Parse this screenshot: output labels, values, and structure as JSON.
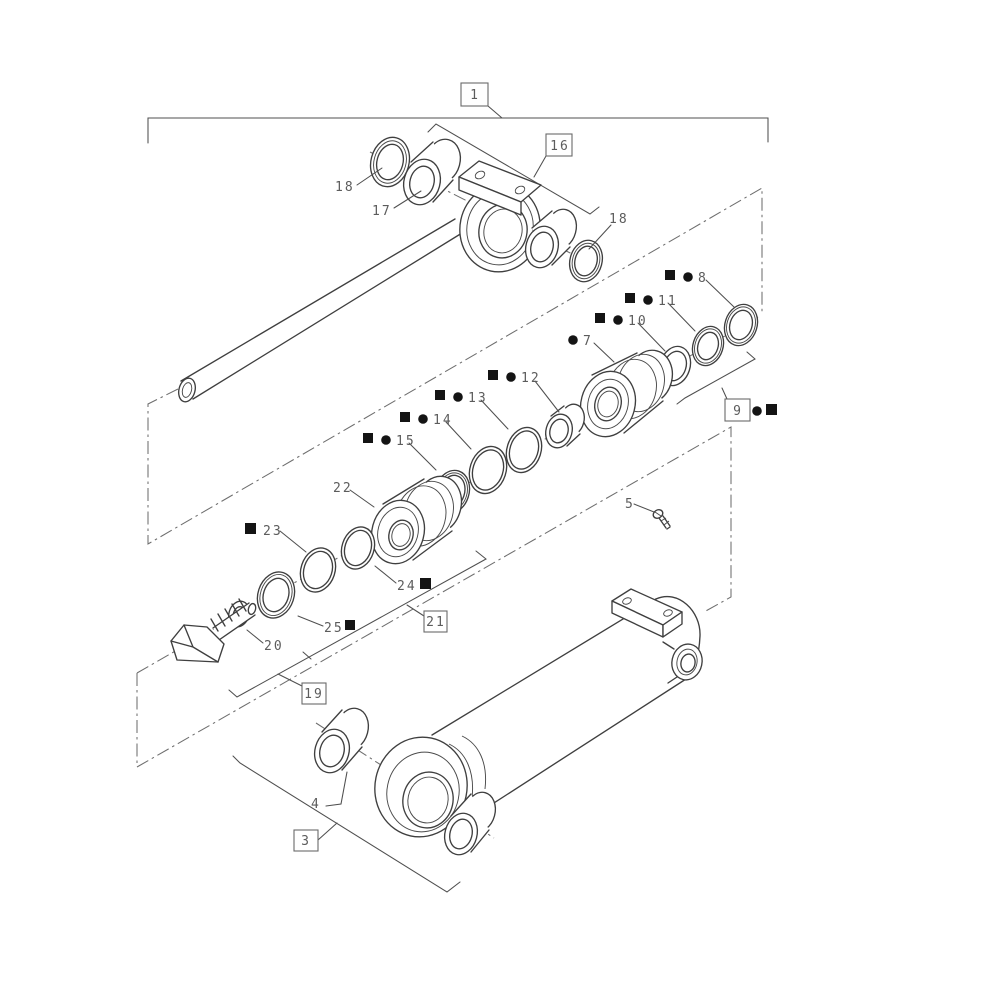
{
  "diagram": {
    "subject": "hydraulic cylinder exploded parts diagram",
    "colors": {
      "line": "#3f3f3f",
      "phantom": "#6e6e6e",
      "text": "#5c5c5c",
      "marker": "#141414",
      "background": "#ffffff"
    },
    "boxed_callouts": [
      "1",
      "3",
      "9",
      "16",
      "19",
      "21"
    ],
    "callouts": {
      "c1": "1",
      "c3": "3",
      "c4": "4",
      "c5": "5",
      "c7": "7",
      "c8": "8",
      "c9": "9",
      "c10": "10",
      "c11": "11",
      "c12": "12",
      "c13": "13",
      "c14": "14",
      "c15": "15",
      "c16": "16",
      "c17": "17",
      "c18a": "18",
      "c18b": "18",
      "c19": "19",
      "c20": "20",
      "c21": "21",
      "c22": "22",
      "c23": "23",
      "c24": "24",
      "c25": "25"
    },
    "kit_markers": {
      "c7": [
        "dot"
      ],
      "c8": [
        "square",
        "dot"
      ],
      "c9": [
        "dot",
        "square"
      ],
      "c10": [
        "square",
        "dot"
      ],
      "c11": [
        "square",
        "dot"
      ],
      "c12": [
        "square",
        "dot"
      ],
      "c13": [
        "square",
        "dot"
      ],
      "c14": [
        "square",
        "dot"
      ],
      "c15": [
        "square",
        "dot"
      ],
      "c23": [
        "square"
      ],
      "c24": [
        "square"
      ],
      "c25": [
        "square"
      ]
    }
  }
}
